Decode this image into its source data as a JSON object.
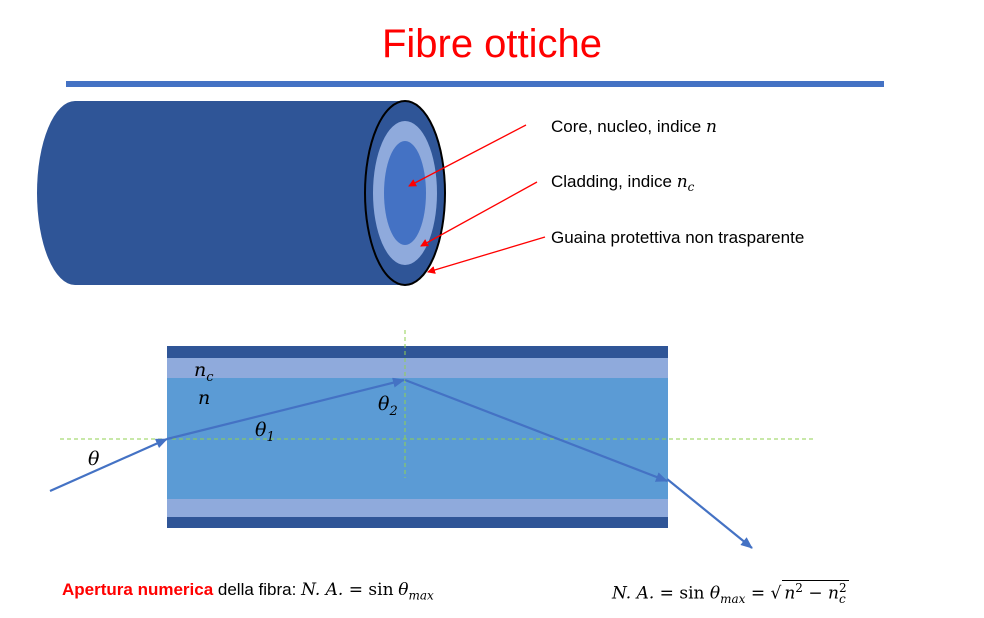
{
  "title": "Fibre ottiche",
  "colors": {
    "title": "#ff0000",
    "rule": "#4472c4",
    "jacket": "#2f5597",
    "cladding": "#8faadc",
    "core": "#4472c4",
    "core_lightguide": "#5b9bd5",
    "arrow_red": "#ff0000",
    "ray": "#4472c4",
    "axis_dashed": "#92d050"
  },
  "labels": {
    "core": {
      "text": "Core, nucleo, indice",
      "symbol": "n"
    },
    "cladding": {
      "text": "Cladding, indice",
      "symbol": "n",
      "sub": "c"
    },
    "jacket": {
      "text": "Guaina protettiva non trasparente"
    }
  },
  "guide": {
    "cladding_index": {
      "sym": "n",
      "sub": "c"
    },
    "core_index": "n",
    "theta": "θ",
    "theta1": {
      "sym": "θ",
      "sub": "1"
    },
    "theta2": {
      "sym": "θ",
      "sub": "2"
    }
  },
  "formula_left": {
    "highlight": "Apertura numerica",
    "text": " della fibra: ",
    "na": "N. A.",
    "eq": " = ",
    "sin": "sin",
    "theta": "θ",
    "sub": "max"
  },
  "formula_right": {
    "na": "N. A.",
    "eq": " = ",
    "sin": "sin",
    "theta": "θ",
    "sub": "max",
    "eq2": " = ",
    "n": "n",
    "sup": "2",
    "minus": " − ",
    "nc": "n",
    "nc_sup": "2",
    "nc_sub": "c"
  }
}
